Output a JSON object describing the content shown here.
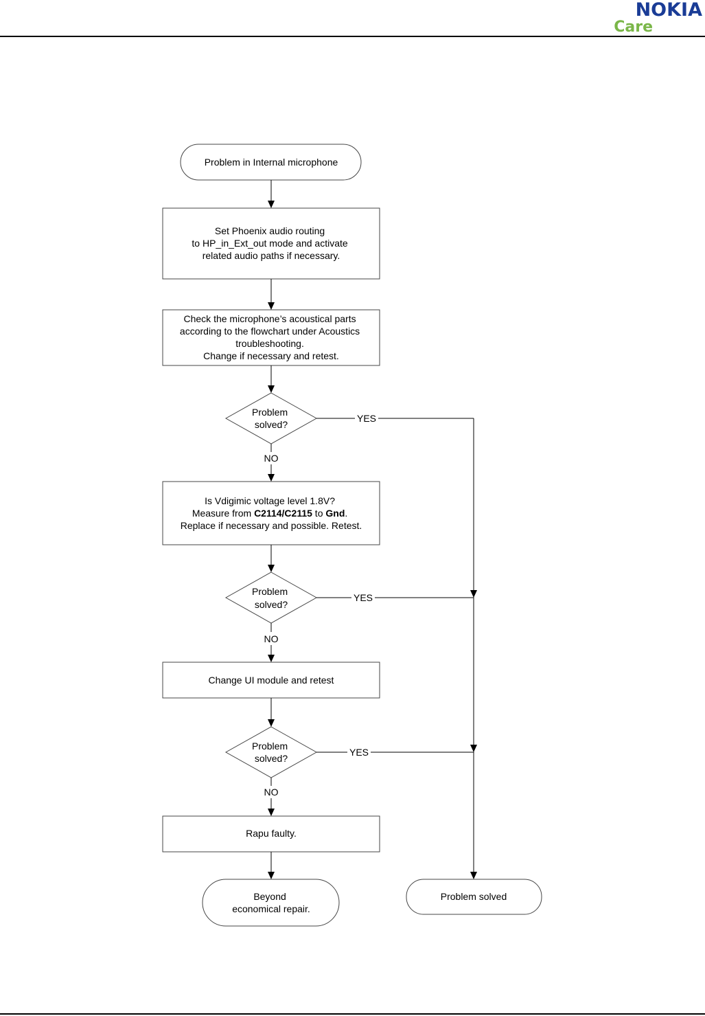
{
  "logo": {
    "brand": "NOKIA",
    "sub": "Care"
  },
  "nodes": {
    "start": {
      "lines": [
        "Problem in Internal microphone"
      ]
    },
    "set_routing": {
      "lines": [
        "Set Phoenix audio routing",
        "to HP_in_Ext_out mode and activate",
        "related audio paths if necessary."
      ]
    },
    "check_acoustics": {
      "lines": [
        "Check the microphone’s acoustical parts",
        "according to the flowchart under Acoustics",
        "troubleshooting.",
        "Change if necessary and retest."
      ]
    },
    "decision1": {
      "lines": [
        "Problem",
        "solved?"
      ]
    },
    "vdigimic": {
      "line1": "Is Vdigimic voltage level 1.8V?",
      "line2_prefix": "Measure from ",
      "line2_bold1": "C2114/C2115",
      "line2_mid": " to ",
      "line2_bold2": "Gnd",
      "line2_suffix": ".",
      "line3": "Replace if necessary and possible. Retest."
    },
    "decision2": {
      "lines": [
        "Problem",
        "solved?"
      ]
    },
    "change_ui": {
      "lines": [
        "Change UI module and retest"
      ]
    },
    "decision3": {
      "lines": [
        "Problem",
        "solved?"
      ]
    },
    "rapu": {
      "lines": [
        "Rapu faulty."
      ]
    },
    "beyond": {
      "lines": [
        "Beyond",
        "economical repair."
      ]
    },
    "solved": {
      "lines": [
        "Problem solved"
      ]
    }
  },
  "edge_labels": {
    "yes1": "YES",
    "no1": "NO",
    "yes2": "YES",
    "no2": "NO",
    "yes3": "YES",
    "no3": "NO"
  }
}
